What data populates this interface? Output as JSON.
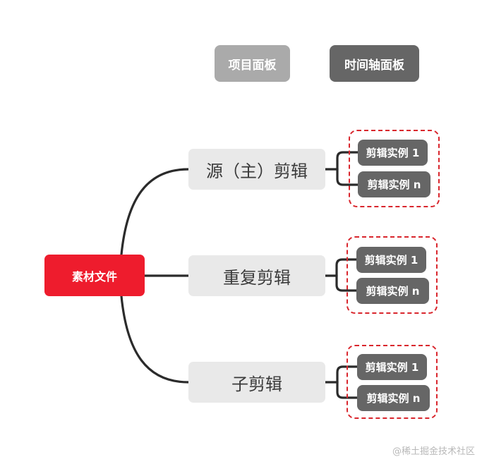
{
  "legend": {
    "project_panel": "项目面板",
    "timeline_panel": "时间轴面板"
  },
  "root": {
    "label": "素材文件",
    "color": "#ee1c2d"
  },
  "clips": [
    {
      "label": "源（主）剪辑",
      "instances": [
        "剪辑实例 1",
        "剪辑实例 n"
      ]
    },
    {
      "label": "重复剪辑",
      "instances": [
        "剪辑实例 1",
        "剪辑实例 n"
      ]
    },
    {
      "label": "子剪辑",
      "instances": [
        "剪辑实例 1",
        "剪辑实例 n"
      ]
    }
  ],
  "colors": {
    "project_panel": "#aaaaaa",
    "timeline_panel": "#666666",
    "clip_node": "#e9e9e9",
    "group_border": "#d9262d",
    "connector": "#2b2b2b"
  },
  "watermark": "@稀土掘金技术社区"
}
